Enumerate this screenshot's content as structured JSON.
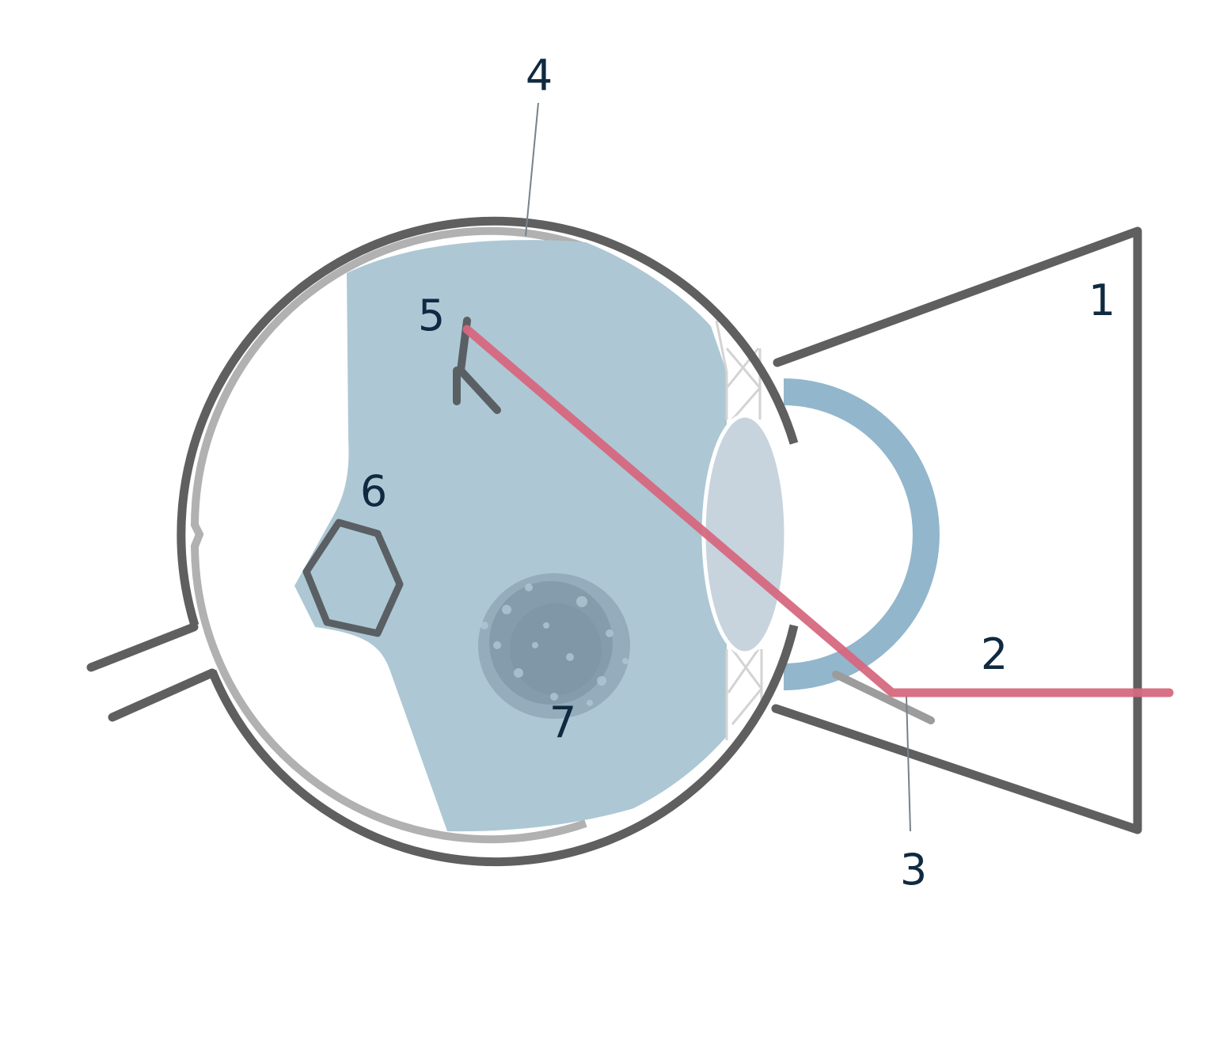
{
  "colors": {
    "background": "#ffffff",
    "outline": "#5f5f5f",
    "inner_layer": "#b1b1b1",
    "vitreous": "#adc8d4",
    "lens": "#c7d4de",
    "cornea": "#92b6cc",
    "zonules": "#d3d3d3",
    "beam": "#d6687f",
    "spot": "#7f96a6",
    "label_text": "#0f2a40",
    "leader": "#75828c",
    "probe": "#9c9c9c"
  },
  "labels": [
    {
      "id": "1",
      "text": "1"
    },
    {
      "id": "2",
      "text": "2"
    },
    {
      "id": "3",
      "text": "3"
    },
    {
      "id": "4",
      "text": "4"
    },
    {
      "id": "5",
      "text": "5"
    },
    {
      "id": "6",
      "text": "6"
    },
    {
      "id": "7",
      "text": "7"
    }
  ]
}
